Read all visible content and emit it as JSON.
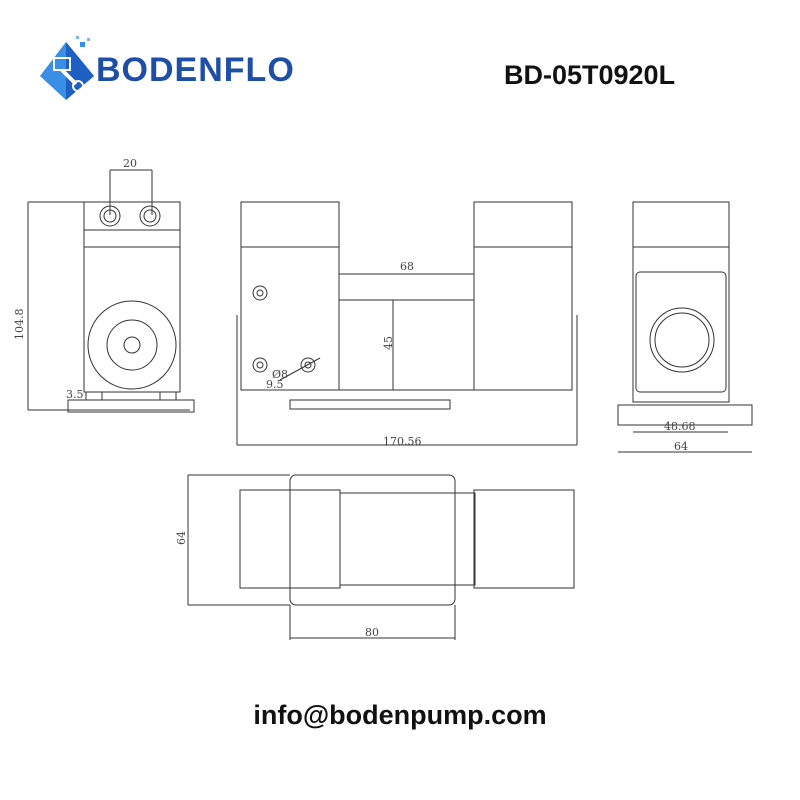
{
  "header": {
    "brand": "BODENFLO",
    "logo_icon": "pump-cube-icon",
    "model": "BD-05T0920L",
    "brand_color": "#1e4fa6",
    "accent_color": "#3a8ee6"
  },
  "drawing": {
    "views": [
      "front-view",
      "side-view",
      "end-view",
      "top-view"
    ],
    "dimensions": {
      "front_port_spacing": "20",
      "front_height": "104.8",
      "front_base_offset": "3.5",
      "side_motor_length": "68",
      "side_motor_height": "45",
      "side_hole_diameter": "Ø8",
      "side_offset": "9.5",
      "side_total_length": "170.56",
      "end_inner_width": "48.68",
      "end_base_width": "64",
      "top_base_depth": "64",
      "top_base_length": "80"
    }
  },
  "footer": {
    "email": "info@bodenpump.com"
  }
}
